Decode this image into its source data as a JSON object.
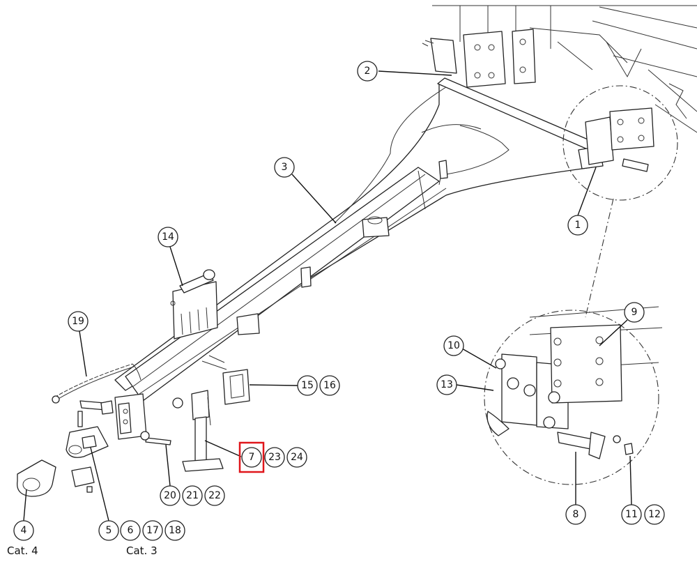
{
  "balloons": {
    "b1": "1",
    "b2": "2",
    "b3": "3",
    "b4": "4",
    "b5": "5",
    "b6": "6",
    "b7": "7",
    "b8": "8",
    "b9": "9",
    "b10": "10",
    "b11": "11",
    "b12": "12",
    "b13": "13",
    "b14": "14",
    "b15": "15",
    "b16": "16",
    "b17": "17",
    "b18": "18",
    "b19": "19",
    "b20": "20",
    "b21": "21",
    "b22": "22",
    "b23": "23",
    "b24": "24"
  },
  "captions": {
    "cat4": "Cat. 4",
    "cat3": "Cat. 3"
  },
  "highlight": {
    "item": "7",
    "color": "#e0161b"
  }
}
